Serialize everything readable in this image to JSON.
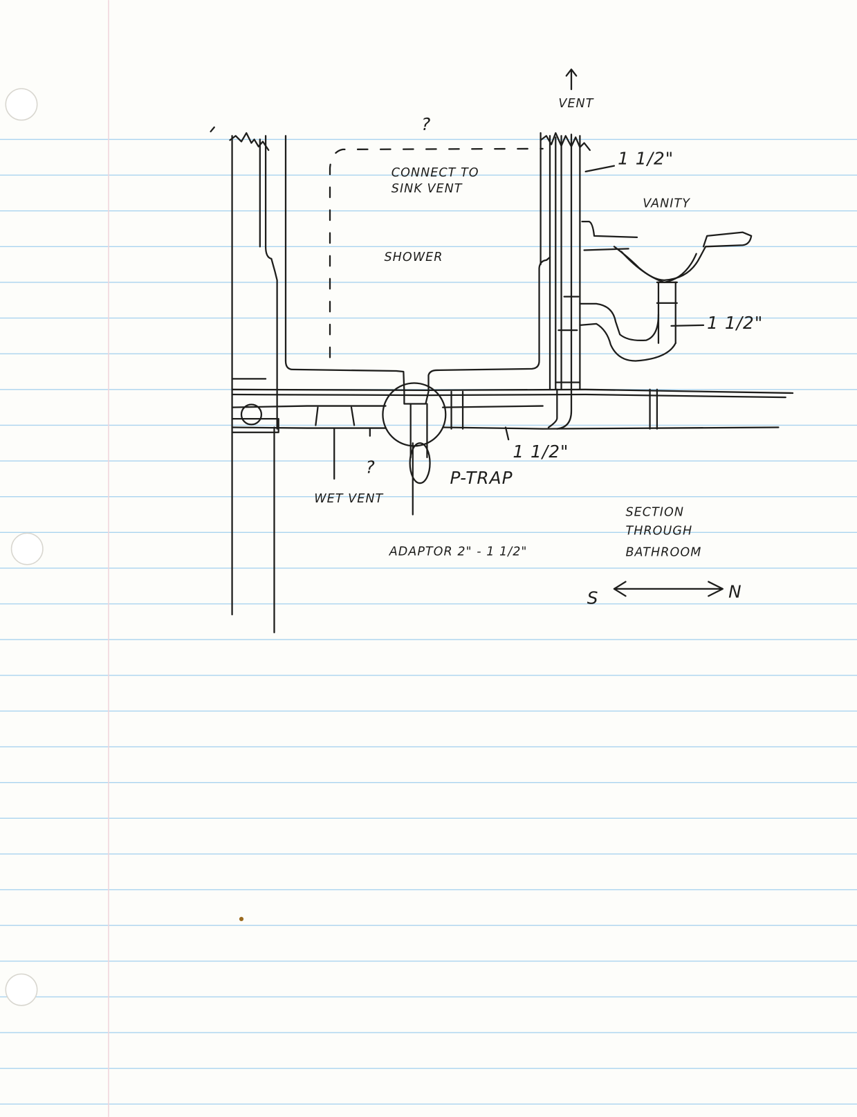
{
  "title": "Section through bathroom plumbing sketch",
  "labels": {
    "vent": "VENT",
    "vent_arrow": "↑",
    "question_top": "?",
    "vent_size": "1 1/2\"",
    "connect_line1": "CONNECT TO",
    "connect_line2": "SINK VENT",
    "shower": "SHOWER",
    "vanity": "VANITY",
    "vanity_trap_size": "1 1/2\"",
    "drain_size": "1 1/2\"",
    "question_wet_vent": "?",
    "wet_vent": "WET VENT",
    "p_trap": "P-TRAP",
    "adaptor": "ADAPTOR 2\" - 1 1/2\"",
    "section_line1": "SECTION",
    "section_line2": "THROUGH",
    "section_line3": "BATHROOM",
    "south": "S",
    "north": "N"
  },
  "colors": {
    "paper": "#fdfdfa",
    "rule": "#a9d3ef",
    "margin": "#efd4dc",
    "ink": "#1d1d1b"
  }
}
